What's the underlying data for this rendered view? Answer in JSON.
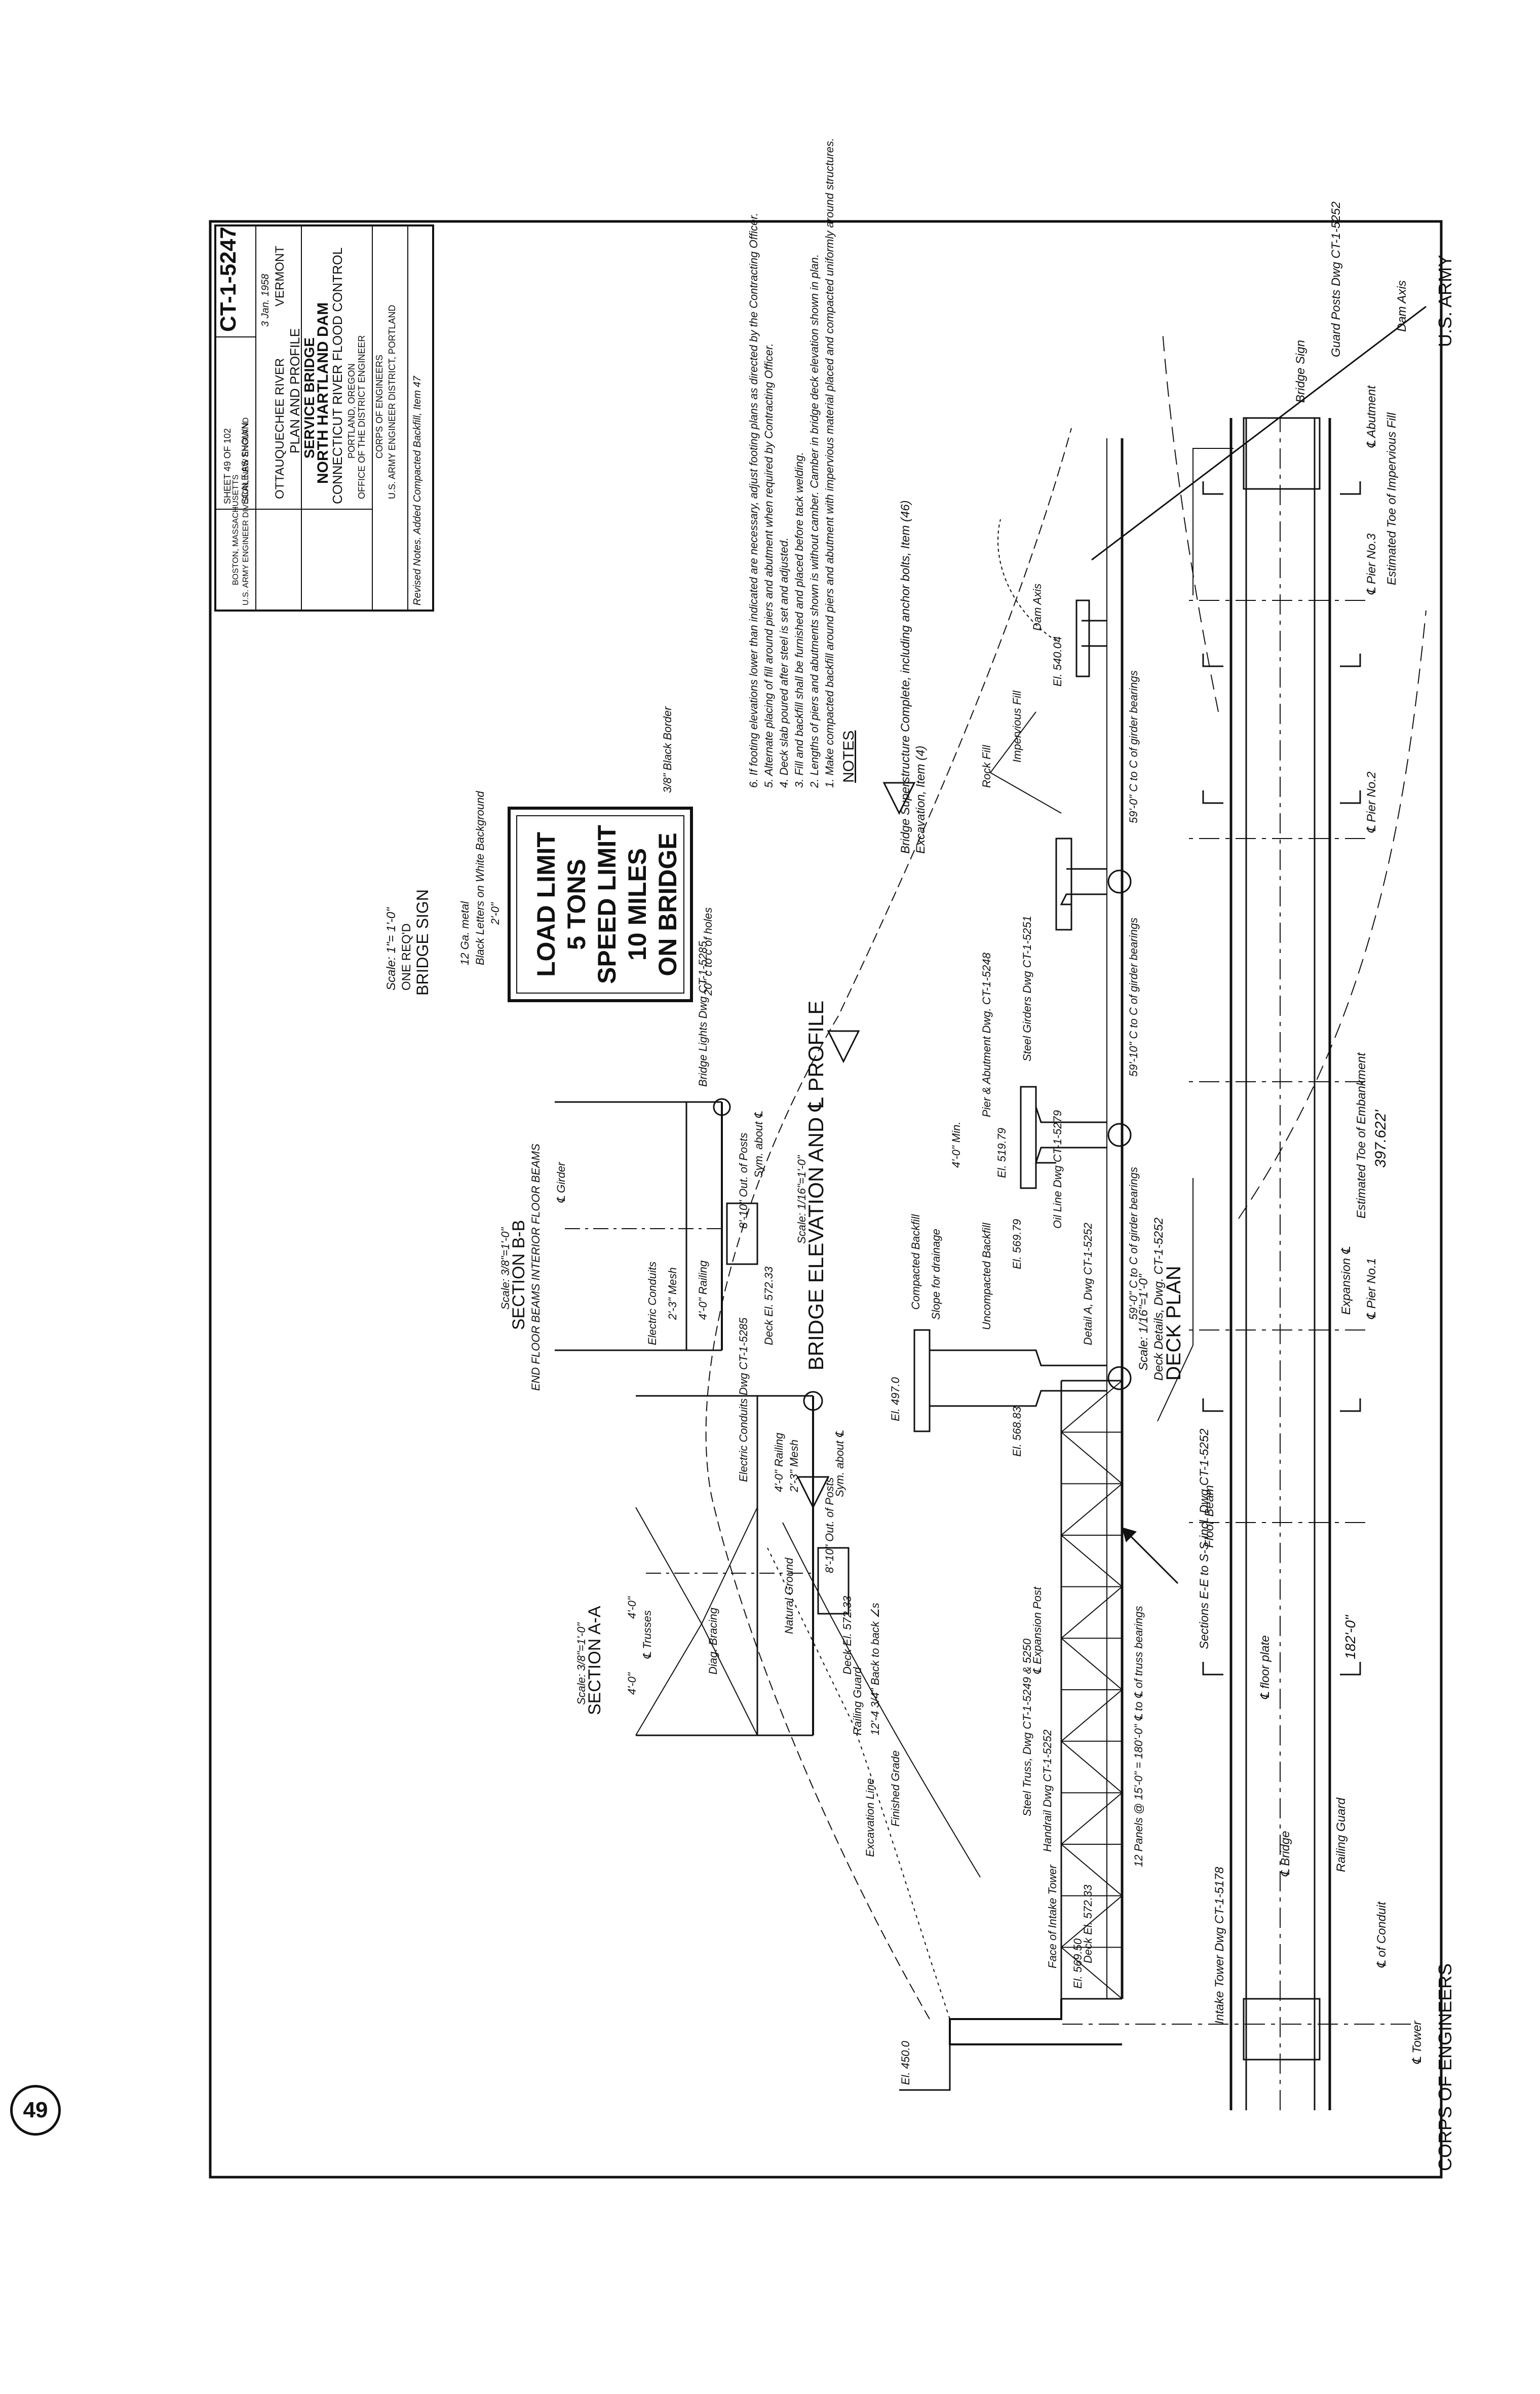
{
  "header": {
    "left": "CORPS OF ENGINEERS",
    "right": "U.S. ARMY"
  },
  "sheet_badge": "49",
  "deck_plan": {
    "title": "DECK PLAN",
    "subtitle": "Deck Details, Dwg. CT-1-5252",
    "scale": "Scale: 1/16\"=1'-0\"",
    "labels": {
      "tower": "℄ Tower",
      "conduit": "℄ of Conduit",
      "bridge": "℄ Bridge",
      "railing": "Railing Guard",
      "floor_plate": "℄ floor plate",
      "floor_beam": "Floor Beam",
      "sections": "Sections E-E to S-S incl. Dwg CT-1-5252",
      "pier1": "℄ Pier No.1",
      "pier2": "℄ Pier No.2",
      "pier3": "℄ Pier No.3",
      "abutment": "℄ Abutment",
      "toe1": "Estimated Toe of Embankment",
      "toe2": "Estimated Toe of Impervious Fill",
      "dam_axis": "Dam Axis",
      "guard_posts": "Guard Posts Dwg CT-1-5252",
      "bridge_sign": "Bridge Sign",
      "dim_total": "397.622'",
      "dim_182": "182'-0\"",
      "intake": "Intake Tower Dwg CT-1-5178",
      "expansion": "Expansion ℄"
    }
  },
  "elevation": {
    "title": "BRIDGE ELEVATION AND ℄ PROFILE",
    "scale": "Scale: 1/16\"=1'-0\"",
    "labels": {
      "face_tower": "Face of Intake Tower",
      "deck_el": "Deck El. 572.33",
      "el_450": "El. 450.0",
      "el_56950": "El. 569.50",
      "panels": "12 Panels @ 15'-0\" = 180'-0\" ℄ to ℄ of truss bearings",
      "truss": "Steel Truss, Dwg CT-1-5249 & 5250",
      "handrail": "Handrail Dwg CT-1-5252",
      "exp_post": "℄ Expansion Post",
      "finished_grade": "Finished Grade",
      "excavation_line": "Excavation Line",
      "natural_ground": "Natural Ground",
      "el_56883": "El. 568.83",
      "el_4970": "El. 497.0",
      "el_56879": "El. 569.79",
      "el_51979": "El. 519.79",
      "el_54004": "El. 540.04",
      "girder_1": "59'-0\" C to C of girder bearings",
      "girder_2": "59'-10\" C to C of girder bearings",
      "girder_3": "59'-0\" C to C of girder bearings",
      "detail_a": "Detail A, Dwg CT-1-5252",
      "pier_dwg": "Pier & Abutment Dwg. CT-1-5248",
      "steel_girders": "Steel Girders Dwg CT-1-5251",
      "uncompacted": "Uncompacted Backfill",
      "compacted": "Compacted Backfill",
      "slope": "Slope for drainage",
      "rock_fill": "Rock Fill",
      "impervious": "Impervious Fill",
      "dam_axis": "Dam Axis",
      "min4": "4'-0\" Min.",
      "oil_line": "Oil Line Dwg CT-1-5279",
      "excavation_item": "Excavation, Item (4)",
      "superstructure": "Bridge Superstructure Complete, including anchor bolts, Item (46)"
    }
  },
  "section_aa": {
    "title": "SECTION A-A",
    "scale": "Scale: 3/8\"=1'-0\"",
    "labels": {
      "back": "12'-4 3/4\" Back to back ∠s",
      "railing": "Railing Guard",
      "deck": "Deck El. 572.33",
      "posts": "8'-10\" Out. of Posts",
      "sym": "Sym. about ℄",
      "mesh": "2'-3\" Mesh",
      "rail": "4'-0\" Railing",
      "conduit": "Electric Conduits Dwg CT-1-5285",
      "bracing": "Diag. Bracing",
      "trusses": "℄ Trusses",
      "d4": "4'-0\"",
      "d4b": "4'-0\""
    }
  },
  "section_bb": {
    "title": "SECTION B-B",
    "scale": "Scale: 3/8\"=1'-0\"",
    "sub": "END FLOOR BEAMS   INTERIOR FLOOR BEAMS",
    "labels": {
      "deck": "Deck El. 572.33",
      "posts": "8'-10\" Out. of Posts",
      "sym": "Sym. about ℄",
      "railing": "4'-0\" Railing",
      "mesh": "2'-3\" Mesh",
      "conduits": "Electric Conduits",
      "girder": "℄ Girder",
      "lights": "Bridge Lights Dwg CT-1-5285"
    }
  },
  "bridge_sign": {
    "title": "BRIDGE SIGN",
    "qty": "ONE REQ'D",
    "scale": "Scale: 1\"= 1'-0\"",
    "lines": [
      "LOAD LIMIT",
      "5 TONS",
      "SPEED LIMIT",
      "10 MILES",
      "ON BRIDGE"
    ],
    "notes": [
      "20\" c to c of holes",
      "3/8\" Black Border",
      "Black Letters on White Background",
      "12 Ga. metal",
      "2'-0\""
    ]
  },
  "notes": {
    "title": "NOTES",
    "items": [
      "1. Make compacted backfill around piers and abutment with impervious material placed and compacted uniformly around structures.",
      "2. Lengths of piers and abutments shown is without camber. Camber in bridge deck elevation shown in plan.",
      "3. Fill and backfill shall be furnished and placed before tack welding.",
      "4. Deck slab poured after steel is set and adjusted.",
      "5. Alternate placing of fill around piers and abutment when required by Contracting Officer.",
      "6. If footing elevations lower than indicated are necessary, adjust footing plans as directed by the Contracting Officer."
    ]
  },
  "title_block": {
    "revision": "Revised Notes. Added Compacted Backfill, Item 47",
    "office1": "U.S. ARMY ENGINEER DISTRICT, PORTLAND",
    "office2": "CORPS OF ENGINEERS",
    "office3": "OFFICE OF THE DISTRICT ENGINEER",
    "office4": "PORTLAND, OREGON",
    "project": "CONNECTICUT RIVER FLOOD CONTROL",
    "dam": "NORTH HARTLAND DAM",
    "bridge": "SERVICE BRIDGE",
    "plan": "PLAN AND PROFILE",
    "river": "OTTAUQUECHEE RIVER",
    "state": "VERMONT",
    "prepared": "U.S. ARMY ENGINEER DIVISION, NEW ENGLAND",
    "prepared2": "BOSTON, MASSACHUSETTS",
    "scale": "SCALE AS SHOWN",
    "sheet": "SHEET 49 OF 102",
    "drawing_no": "CT-1-5247",
    "date": "3 Jan. 1958"
  }
}
